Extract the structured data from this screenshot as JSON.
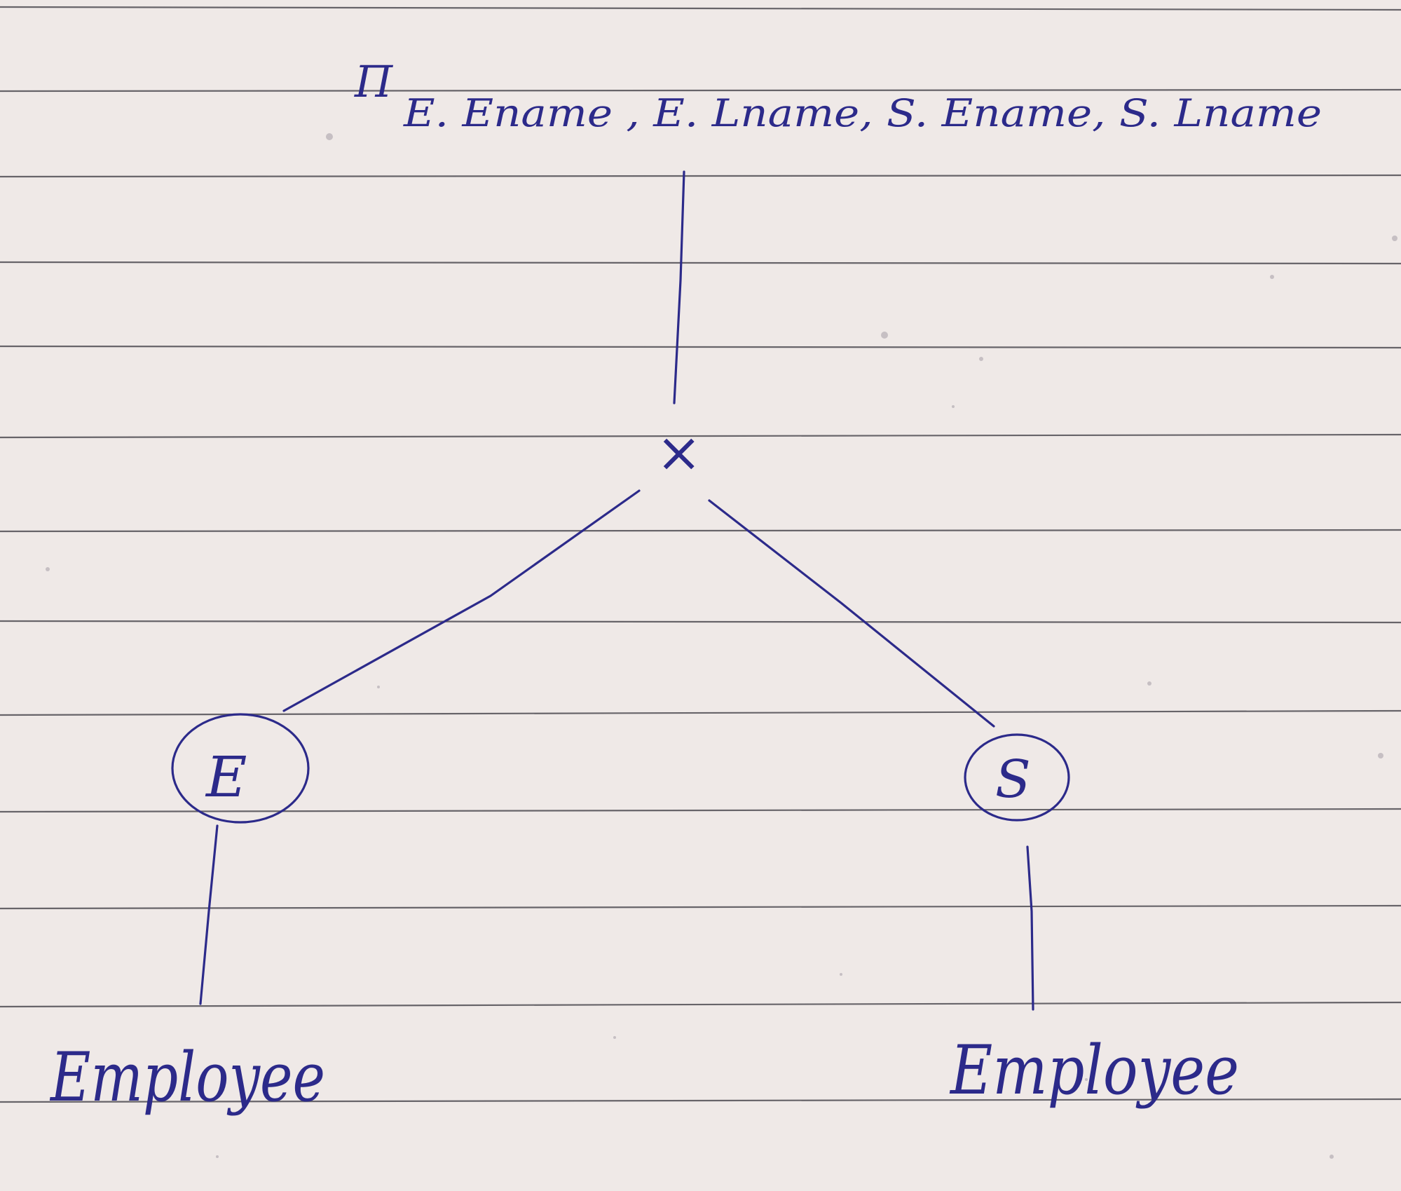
{
  "projection": {
    "symbol": "Π",
    "attributes": "E. Ename , E. Lname, S. Ename, S. Lname"
  },
  "operator": {
    "symbol": "×"
  },
  "left_alias": {
    "label": "E"
  },
  "right_alias": {
    "label": "S"
  },
  "left_relation": {
    "label": "Employee"
  },
  "right_relation": {
    "label": "Employee"
  },
  "colors": {
    "ink": "#2c2a8a",
    "paper": "#efe9e7",
    "ruling": "#3a3840"
  }
}
